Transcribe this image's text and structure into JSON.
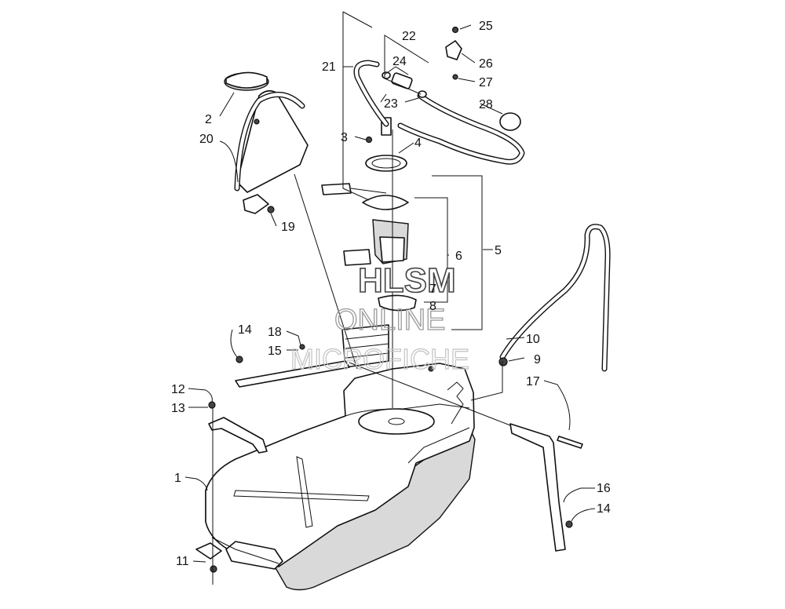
{
  "diagram": {
    "callouts": [
      {
        "id": "c1",
        "label": "1"
      },
      {
        "id": "c2",
        "label": "2"
      },
      {
        "id": "c3",
        "label": "3"
      },
      {
        "id": "c4",
        "label": "4"
      },
      {
        "id": "c5",
        "label": "5"
      },
      {
        "id": "c6",
        "label": "6"
      },
      {
        "id": "c7",
        "label": "7"
      },
      {
        "id": "c8",
        "label": "8"
      },
      {
        "id": "c9",
        "label": "9"
      },
      {
        "id": "c10",
        "label": "10"
      },
      {
        "id": "c11",
        "label": "11"
      },
      {
        "id": "c12",
        "label": "12"
      },
      {
        "id": "c13",
        "label": "13"
      },
      {
        "id": "c14a",
        "label": "14"
      },
      {
        "id": "c14b",
        "label": "14"
      },
      {
        "id": "c15",
        "label": "15"
      },
      {
        "id": "c16",
        "label": "16"
      },
      {
        "id": "c17",
        "label": "17"
      },
      {
        "id": "c18",
        "label": "18"
      },
      {
        "id": "c19",
        "label": "19"
      },
      {
        "id": "c20",
        "label": "20"
      },
      {
        "id": "c21",
        "label": "21"
      },
      {
        "id": "c22",
        "label": "22"
      },
      {
        "id": "c23",
        "label": "23"
      },
      {
        "id": "c24",
        "label": "24"
      },
      {
        "id": "c25",
        "label": "25"
      },
      {
        "id": "c26",
        "label": "26"
      },
      {
        "id": "c27",
        "label": "27"
      },
      {
        "id": "c28",
        "label": "28"
      }
    ]
  },
  "watermark": {
    "line1": "HLSM",
    "line2": "ONLINE",
    "line3": "MICROFICHE"
  }
}
